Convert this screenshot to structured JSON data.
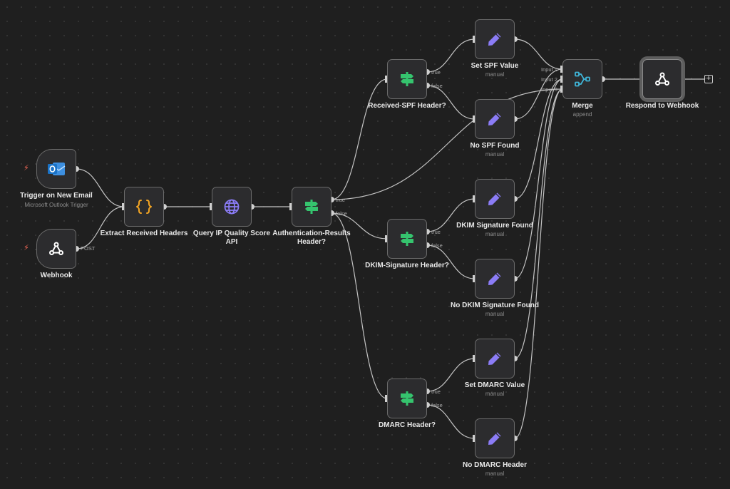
{
  "nodes": {
    "trigger_email": {
      "title": "Trigger on New Email",
      "subtitle": "Microsoft Outlook Trigger"
    },
    "webhook": {
      "title": "Webhook",
      "port_label": "POST"
    },
    "extract": {
      "title": "Extract Received Headers"
    },
    "query_ip": {
      "title": "Query IP Quality Score API"
    },
    "auth_results": {
      "title": "Authentication-Results Header?",
      "true_label": "true",
      "false_label": "false"
    },
    "received_spf": {
      "title": "Received-SPF Header?",
      "true_label": "true",
      "false_label": "false"
    },
    "dkim_header": {
      "title": "DKIM-Signature Header?",
      "true_label": "true",
      "false_label": "false"
    },
    "dmarc_header": {
      "title": "DMARC Header?",
      "true_label": "true",
      "false_label": "false"
    },
    "set_spf": {
      "title": "Set SPF Value",
      "subtitle": "manual"
    },
    "no_spf": {
      "title": "No SPF Found",
      "subtitle": "manual"
    },
    "dkim_found": {
      "title": "DKIM Signature Found",
      "subtitle": "manual"
    },
    "no_dkim": {
      "title": "No DKIM Signature Found",
      "subtitle": "manual"
    },
    "set_dmarc": {
      "title": "Set DMARC Value",
      "subtitle": "manual"
    },
    "no_dmarc": {
      "title": "No DMARC Header",
      "subtitle": "manual"
    },
    "merge": {
      "title": "Merge",
      "subtitle": "append",
      "input_1": "Input 1",
      "input_2": "Input 2",
      "input_3": "Input 3"
    },
    "respond": {
      "title": "Respond to Webhook"
    }
  },
  "colors": {
    "background": "#1f1f1f",
    "node_fill": "#2c2c2e",
    "node_border": "#6b6b6b",
    "edge": "#c4c4c4",
    "if_icon": "#35c46e",
    "set_icon": "#8b7cf6",
    "code_icon": "#f5a623",
    "http_icon": "#8b7cf6",
    "merge_icon": "#3fb5d8",
    "trigger_bolt": "#ff6d5a",
    "outlook_icon": "#1a73c8"
  },
  "icons": {
    "trigger_email": "outlook-icon",
    "webhook": "webhook-icon",
    "extract": "code-braces-icon",
    "query_ip": "globe-icon",
    "if": "signpost-icon",
    "set": "pencil-icon",
    "merge": "merge-icon",
    "respond": "webhook-icon",
    "trigger_marker": "lightning-icon",
    "add": "plus-icon"
  }
}
